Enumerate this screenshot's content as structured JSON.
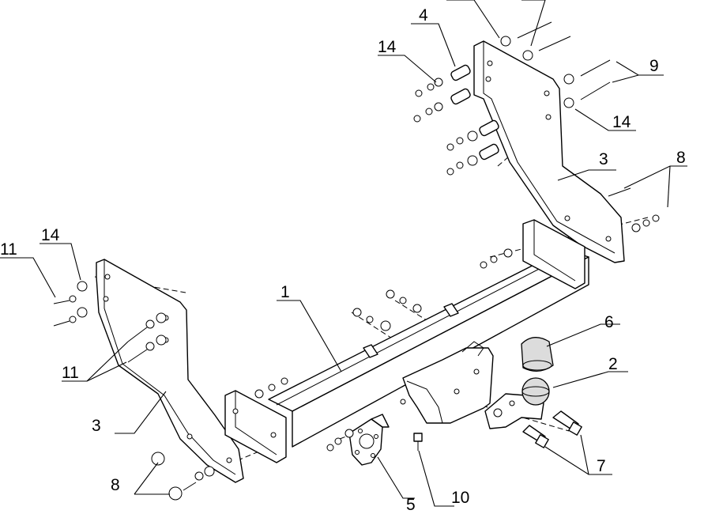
{
  "diagram": {
    "callouts": [
      {
        "id": "c1",
        "text": "1"
      },
      {
        "id": "c2",
        "text": "2"
      },
      {
        "id": "c3a",
        "text": "3"
      },
      {
        "id": "c3b",
        "text": "3"
      },
      {
        "id": "c4",
        "text": "4"
      },
      {
        "id": "c5",
        "text": "5"
      },
      {
        "id": "c6",
        "text": "6"
      },
      {
        "id": "c7",
        "text": "7"
      },
      {
        "id": "c8a",
        "text": "8"
      },
      {
        "id": "c8b",
        "text": "8"
      },
      {
        "id": "c9",
        "text": "9"
      },
      {
        "id": "c10",
        "text": "10"
      },
      {
        "id": "c11a",
        "text": "11"
      },
      {
        "id": "c11b",
        "text": "11"
      },
      {
        "id": "c14a",
        "text": "14"
      },
      {
        "id": "c14b",
        "text": "14"
      },
      {
        "id": "c14c",
        "text": "14"
      }
    ],
    "colors": {
      "line": "#000000",
      "paper": "#ffffff",
      "shade": "#dcdcdc"
    }
  }
}
